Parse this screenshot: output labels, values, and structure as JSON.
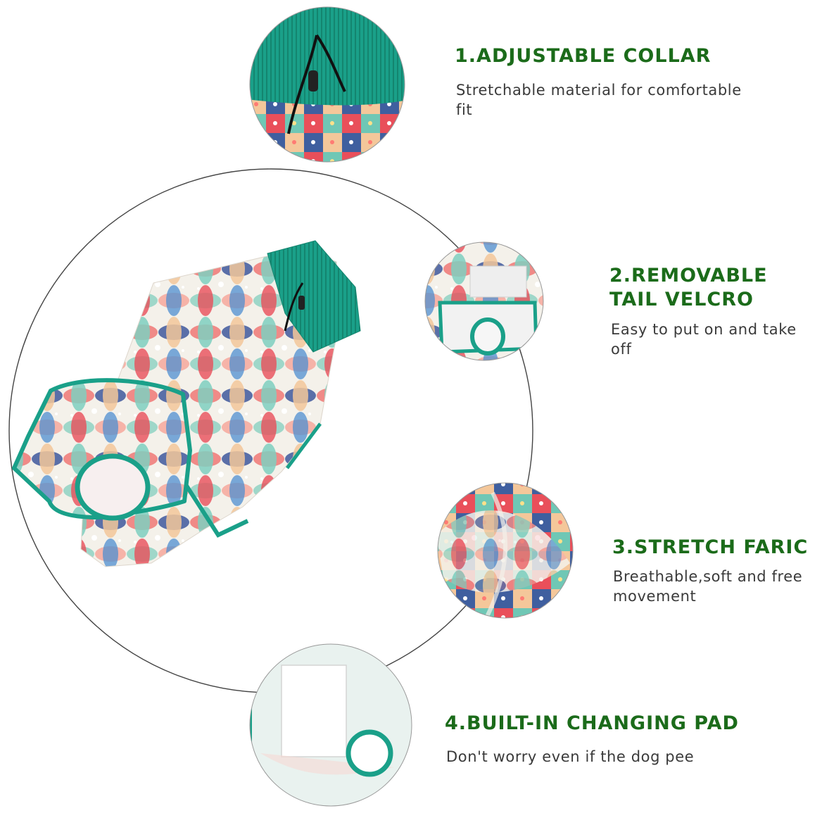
{
  "colors": {
    "title_green": "#1b6b1a",
    "desc_text": "#3a3a3a",
    "trim_teal": "#1aa089",
    "guide_line": "#444444"
  },
  "features": [
    {
      "title": "1.ADJUSTABLE COLLAR",
      "description": "Stretchable material for comfortable fit"
    },
    {
      "title": "2.REMOVABLE TAIL VELCRO",
      "description": "Easy to put on and take off"
    },
    {
      "title": "3.STRETCH FARIC",
      "description": "Breathable,soft and free movement"
    },
    {
      "title": "4.BUILT-IN CHANGING PAD",
      "description": "Don't worry even if the dog pee"
    }
  ],
  "icons": {
    "collar_detail": "adjustable-collar-photo",
    "velcro_detail": "tail-velcro-photo",
    "fabric_detail": "stretch-fabric-photo",
    "pad_detail": "changing-pad-photo",
    "garment": "dog-recovery-suit-photo"
  }
}
